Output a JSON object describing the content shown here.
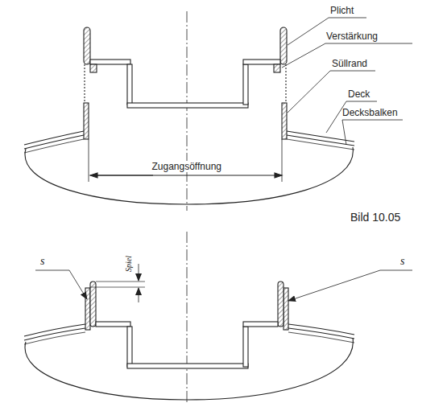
{
  "diagram": {
    "labels": [
      "Plicht",
      "Verstärkung",
      "Süllrand",
      "Deck",
      "Decksbalken",
      "Zugangsöffnung",
      "Bild 10.05",
      "s",
      "Spiel",
      "s"
    ]
  }
}
